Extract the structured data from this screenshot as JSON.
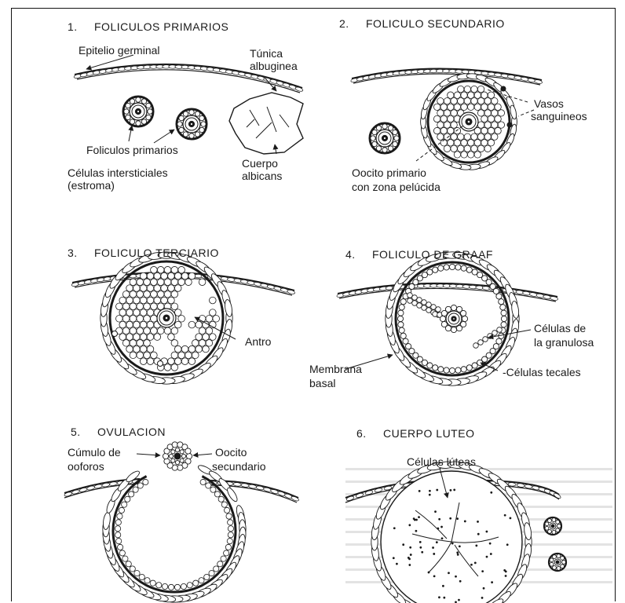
{
  "panels": [
    {
      "number": "1.",
      "title": "FOLICULOS PRIMARIOS"
    },
    {
      "number": "2.",
      "title": "FOLICULO SECUNDARIO"
    },
    {
      "number": "3.",
      "title": "FOLICULO TERCIARIO"
    },
    {
      "number": "4.",
      "title": "FOLICULO DE GRAAF"
    },
    {
      "number": "5.",
      "title": "OVULACION"
    },
    {
      "number": "6.",
      "title": "CUERPO LUTEO"
    }
  ],
  "labels": {
    "epitelio": "Epitelio germinal",
    "tunica_1": "Túnica",
    "tunica_2": "albuginea",
    "foliculos_primarios": "Foliculos primarios",
    "intersticiales_1": "Células intersticiales",
    "intersticiales_2": "(estroma)",
    "albicans_1": "Cuerpo",
    "albicans_2": "albicans",
    "vasos_1": "Vasos",
    "vasos_2": "sanguineos",
    "oocito_1": "Oocito primario",
    "oocito_2": "con zona pelúcida",
    "antro": "Antro",
    "granulosa_1": "Células de",
    "granulosa_2": "la granulosa",
    "membrana_1": "Membrana",
    "membrana_2": "basal",
    "tecales": "Células tecales",
    "cumulo_1": "Cúmulo de",
    "cumulo_2": "ooforos",
    "oocito_sec_1": "Oocito",
    "oocito_sec_2": "secundario",
    "luteas": "Células lúteas"
  },
  "colors": {
    "ink": "#1a1a1a",
    "paper": "#ffffff"
  }
}
